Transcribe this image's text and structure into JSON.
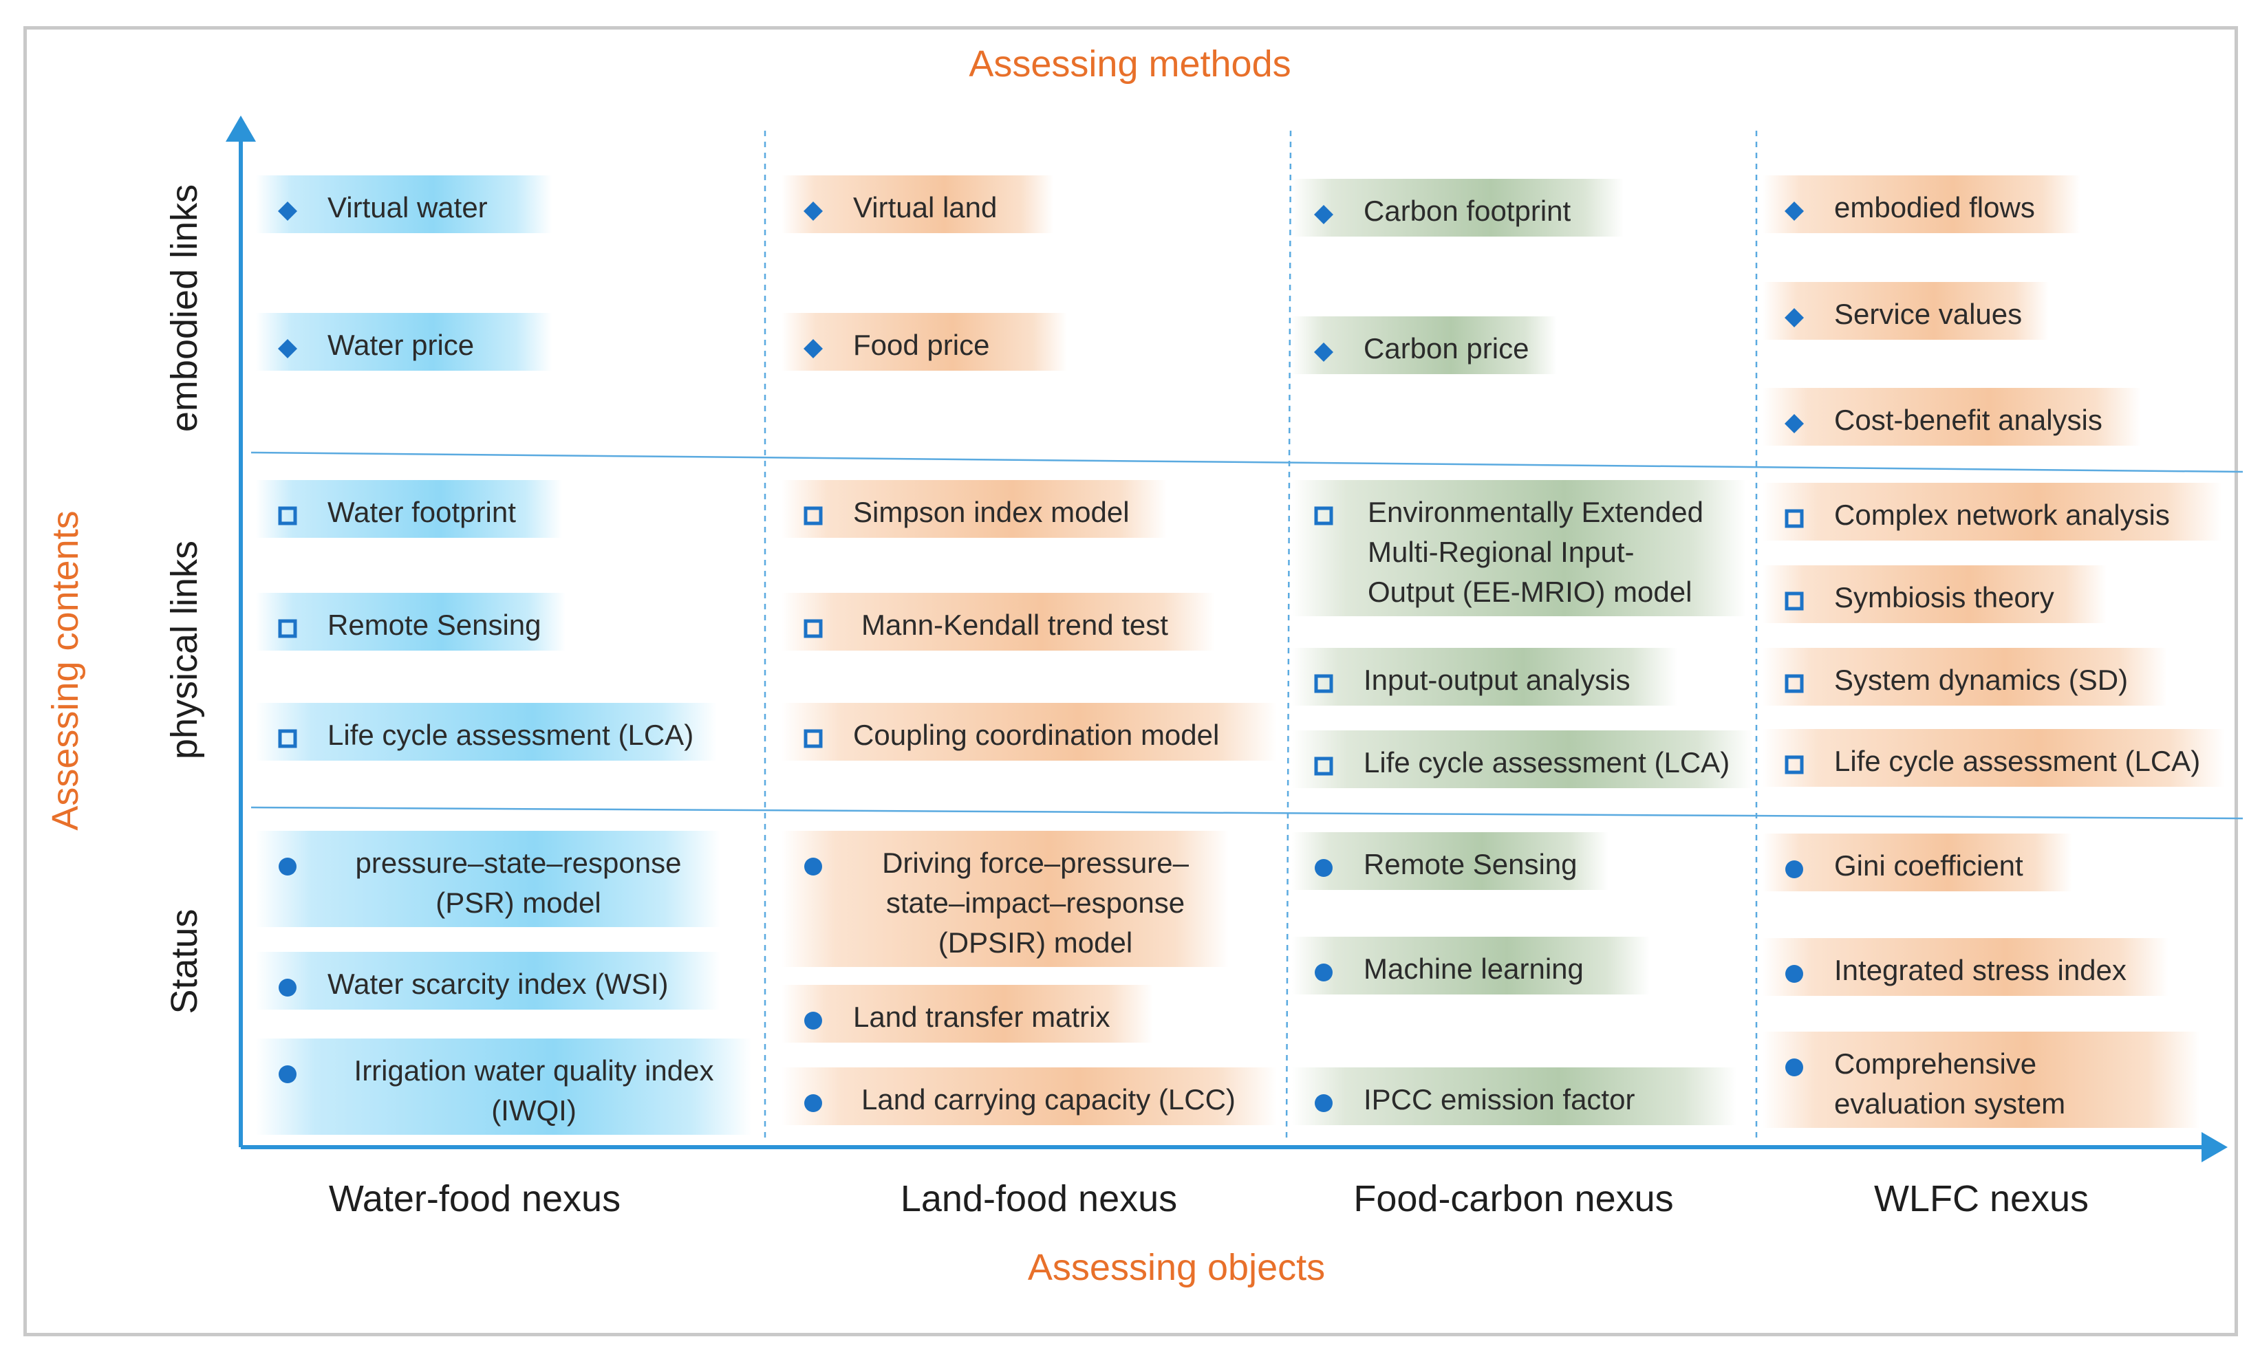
{
  "titles": {
    "methods": "Assessing methods",
    "objects": "Assessing objects",
    "contents": "Assessing contents"
  },
  "rows": [
    {
      "label": "embodied links",
      "marker": "diamond-icon"
    },
    {
      "label": "physical links",
      "marker": "square-outline-icon"
    },
    {
      "label": "Status",
      "marker": "dot-icon"
    }
  ],
  "columns": [
    "Water-food nexus",
    "Land-food nexus",
    "Food-carbon nexus",
    "WLFC nexus"
  ],
  "colors": {
    "accent_orange": "#e8702a",
    "axis_blue": "#2b93d8",
    "marker_blue": "#1c73c7",
    "water_fill": "#8fd8f6",
    "land_fill": "#f6c6a0",
    "carbon_fill": "#b3cbac"
  },
  "cells": {
    "water": {
      "embodied": [
        "Virtual water",
        "Water price"
      ],
      "physical": [
        "Water footprint",
        "Remote Sensing",
        "Life cycle assessment (LCA)"
      ],
      "status": [
        [
          "pressure–state–response",
          "(PSR) model"
        ],
        [
          "Water scarcity index (WSI)"
        ],
        [
          "Irrigation water quality index",
          "(IWQI)"
        ]
      ]
    },
    "land": {
      "embodied": [
        "Virtual land",
        "Food price"
      ],
      "physical": [
        "Simpson index model",
        "Mann-Kendall trend test",
        "Coupling coordination model"
      ],
      "status": [
        [
          "Driving force–pressure–",
          "state–impact–response",
          "(DPSIR) model"
        ],
        [
          "Land transfer matrix"
        ],
        [
          "Land carrying capacity (LCC)"
        ]
      ]
    },
    "carbon": {
      "embodied": [
        "Carbon footprint",
        "Carbon price"
      ],
      "physical": [
        [
          "Environmentally Extended",
          "Multi-Regional Input-",
          "Output (EE-MRIO) model"
        ],
        [
          "Input-output analysis"
        ],
        [
          "Life cycle assessment (LCA)"
        ]
      ],
      "status": [
        "Remote Sensing",
        "Machine learning",
        "IPCC emission factor"
      ]
    },
    "wlfc": {
      "embodied": [
        "embodied flows",
        "Service values",
        "Cost-benefit analysis"
      ],
      "physical": [
        "Complex network analysis",
        "Symbiosis theory",
        "System dynamics (SD)",
        "Life cycle assessment (LCA)"
      ],
      "status": [
        [
          "Gini coefficient"
        ],
        [
          "Integrated stress index"
        ],
        [
          "Comprehensive",
          "evaluation system"
        ]
      ]
    }
  }
}
